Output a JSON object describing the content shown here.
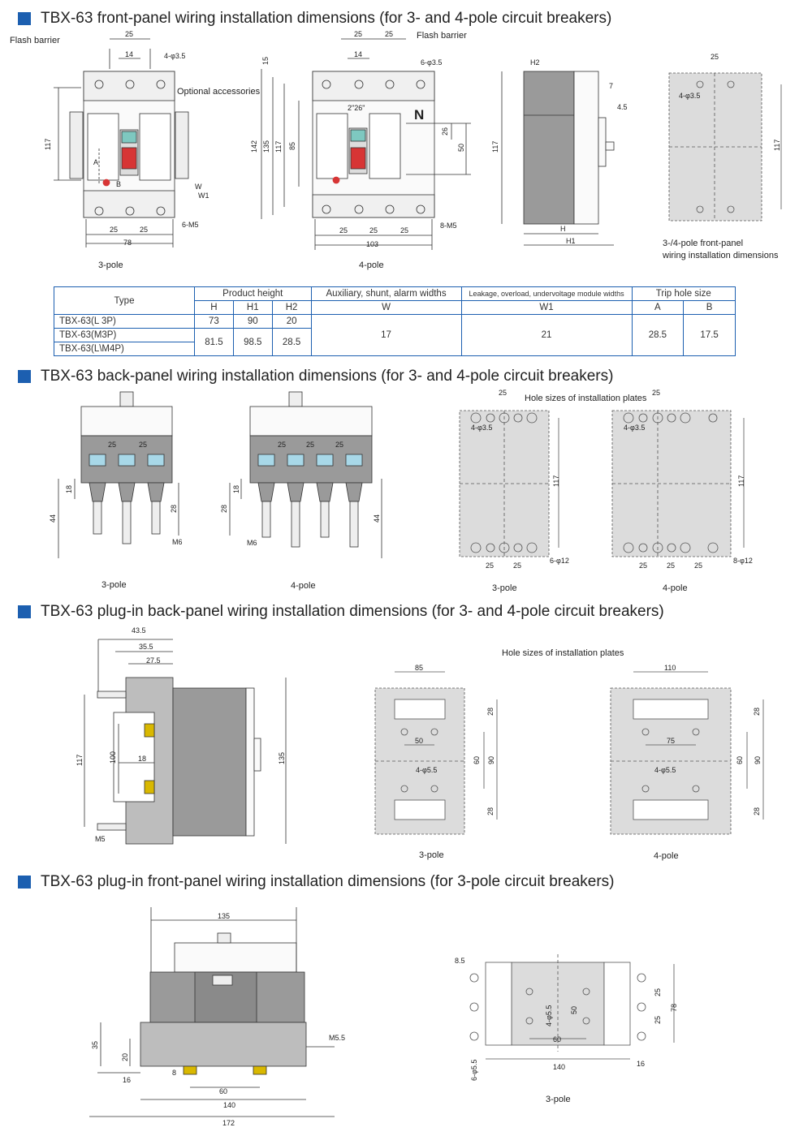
{
  "sections": [
    {
      "title": "TBX-63 front-panel wiring installation dimensions (for 3- and 4-pole circuit breakers)"
    },
    {
      "title": "TBX-63 back-panel wiring installation dimensions (for 3- and 4-pole circuit breakers)"
    },
    {
      "title": "TBX-63 plug-in back-panel wiring installation dimensions (for 3- and 4-pole circuit breakers)"
    },
    {
      "title": "TBX-63 plug-in front-panel wiring installation dimensions (for 3-pole circuit breakers)"
    }
  ],
  "front_panel": {
    "three_pole": {
      "caption": "3-pole",
      "flash_barrier": "Flash barrier",
      "optional_accessories": "Optional accessories",
      "holes": "4-φ3.5",
      "screws": "6-M5",
      "dim_top": "25",
      "dim_14": "14",
      "dim_height": "117",
      "dim_bottom": [
        "25",
        "25"
      ],
      "dim_width": "78",
      "label_a": "A",
      "label_b": "B",
      "label_w": "W",
      "label_w1": "W1"
    },
    "four_pole": {
      "caption": "4-pole",
      "flash_barrier": "Flash barrier",
      "holes": "6-φ3.5",
      "screws": "8-M5",
      "dim_top": [
        "25",
        "25"
      ],
      "dim_14": "14",
      "dim_15": "15",
      "dim_142": "142",
      "dim_135": "135",
      "dim_117": "117",
      "dim_85": "85",
      "dim_26": "26",
      "dim_50": "50",
      "dim_inner": "2\"26\"",
      "neutral": "N",
      "dim_bottom": [
        "25",
        "25",
        "25"
      ],
      "dim_width": "103"
    },
    "side": {
      "h2": "H2",
      "dim_7": "7",
      "dim_45": "4.5",
      "dim_117": "117",
      "h": "H",
      "h1": "H1"
    },
    "plate": {
      "dim_25": "25",
      "holes": "4-φ3.5",
      "dim_117": "117",
      "caption_line1": "3-/4-pole front-panel",
      "caption_line2": "wiring installation dimensions"
    }
  },
  "table": {
    "headers": {
      "type": "Type",
      "product_height": "Product height",
      "aux": "Auxiliary, shunt, alarm widths",
      "leakage": "Leakage, overload, undervoltage module widths",
      "trip": "Trip hole size",
      "h": "H",
      "h1": "H1",
      "h2": "H2",
      "w": "W",
      "w1": "W1",
      "a": "A",
      "b": "B"
    },
    "rows": [
      {
        "type": "TBX-63(L 3P)",
        "h": "73",
        "h1": "90",
        "h2": "20"
      },
      {
        "type": "TBX-63(M3P)",
        "h": "81.5",
        "h1": "98.5",
        "h2": "28.5"
      },
      {
        "type": "TBX-63(L\\M4P)"
      }
    ],
    "w": "17",
    "w1": "21",
    "a": "28.5",
    "b": "17.5"
  },
  "back_panel": {
    "three_pole": {
      "caption": "3-pole",
      "dim_25a": "25",
      "dim_25b": "25",
      "dim_18": "18",
      "dim_44": "44",
      "dim_28": "28",
      "m6": "M6"
    },
    "four_pole": {
      "caption": "4-pole",
      "dim_25a": "25",
      "dim_25b": "25",
      "dim_25c": "25",
      "dim_18": "18",
      "dim_28": "28",
      "dim_44": "44",
      "m6": "M6"
    },
    "plate_title": "Hole sizes of installation plates",
    "plate3": {
      "caption": "3-pole",
      "dim_25": "25",
      "holes": "4-φ3.5",
      "dim_117": "117",
      "dim_bottom": [
        "25",
        "25"
      ],
      "holes_big": "6-φ12"
    },
    "plate4": {
      "caption": "4-pole",
      "dim_25": "25",
      "holes": "4-φ3.5",
      "dim_117": "117",
      "dim_bottom": [
        "25",
        "25",
        "25"
      ],
      "holes_big": "8-φ12"
    }
  },
  "plugin_back": {
    "dim_435": "43.5",
    "dim_355": "35.5",
    "dim_275": "27.5",
    "dim_117": "117",
    "dim_100": "100",
    "dim_18": "18",
    "dim_135": "135",
    "m5": "M5",
    "plate_title": "Hole sizes of installation plates",
    "plate3": {
      "caption": "3-pole",
      "dim_85": "85",
      "dim_28a": "28",
      "dim_50": "50",
      "dim_60": "60",
      "dim_90": "90",
      "holes": "4-φ5.5",
      "dim_28b": "28"
    },
    "plate4": {
      "caption": "4-pole",
      "dim_110": "110",
      "dim_28a": "28",
      "dim_75": "75",
      "dim_60": "60",
      "dim_90": "90",
      "holes": "4-φ5.5",
      "dim_28b": "28"
    }
  },
  "plugin_front": {
    "dim_135": "135",
    "dim_35": "35",
    "dim_20": "20",
    "dim_16": "16",
    "dim_8": "8",
    "dim_60": "60",
    "dim_140": "140",
    "dim_172": "172",
    "m55": "M5.5",
    "plate": {
      "caption": "3-pole",
      "dim_85": "8.5",
      "dim_78": "78",
      "dim_25a": "25",
      "dim_25b": "25",
      "dim_50": "50",
      "holes": "4-φ5.5",
      "dim_60": "60",
      "dim_140": "140",
      "dim_16": "16",
      "holes_big": "6-φ5.5"
    }
  }
}
